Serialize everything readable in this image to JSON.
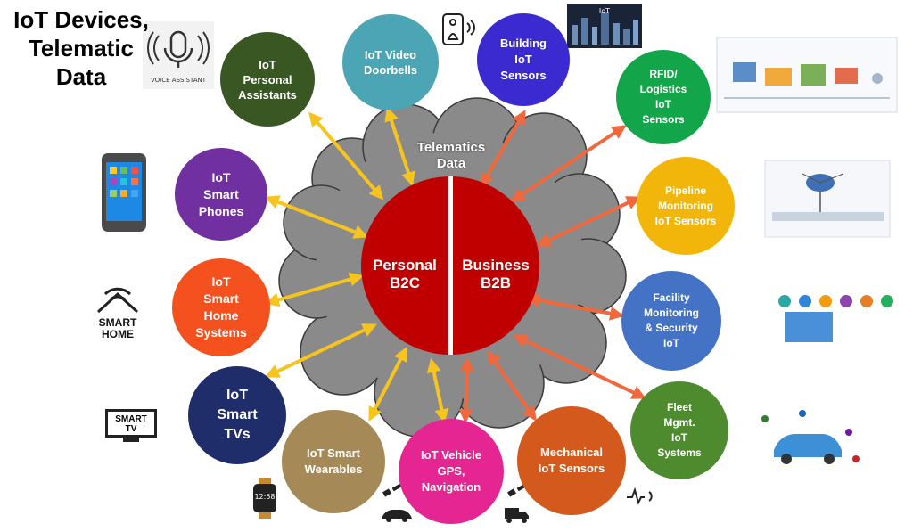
{
  "title": [
    "IoT Devices,",
    "Telematic",
    "Data"
  ],
  "center": {
    "cloud_label": [
      "Telematics",
      "Data"
    ],
    "left_label": [
      "Personal",
      "B2C"
    ],
    "right_label": [
      "Business",
      "B2B"
    ]
  },
  "nodes": [
    {
      "id": "personal-assistants",
      "lines": [
        "IoT",
        "Personal",
        "Assistants"
      ],
      "color": "#385723"
    },
    {
      "id": "video-doorbells",
      "lines": [
        "IoT Video",
        "Doorbells"
      ],
      "color": "#4BA5B4"
    },
    {
      "id": "building-sensors",
      "lines": [
        "Building",
        "IoT",
        "Sensors"
      ],
      "color": "#3A2ACF"
    },
    {
      "id": "rfid-logistics",
      "lines": [
        "RFID/",
        "Logistics",
        "IoT",
        "Sensors"
      ],
      "color": "#12A54A"
    },
    {
      "id": "smart-phones",
      "lines": [
        "IoT",
        "Smart",
        "Phones"
      ],
      "color": "#7030A0"
    },
    {
      "id": "pipeline",
      "lines": [
        "Pipeline",
        "Monitoring",
        "IoT Sensors"
      ],
      "color": "#F2B60B"
    },
    {
      "id": "smart-home",
      "lines": [
        "IoT",
        "Smart",
        "Home",
        "Systems"
      ],
      "color": "#F4511E"
    },
    {
      "id": "facility",
      "lines": [
        "Facility",
        "Monitoring",
        "& Security",
        "IoT"
      ],
      "color": "#4472C4"
    },
    {
      "id": "smart-tvs",
      "lines": [
        "IoT",
        "Smart",
        "TVs"
      ],
      "color": "#1F2D6B"
    },
    {
      "id": "fleet",
      "lines": [
        "Fleet",
        "Mgmt.",
        "IoT",
        "Systems"
      ],
      "color": "#4E8A2E"
    },
    {
      "id": "wearables",
      "lines": [
        "IoT Smart",
        "Wearables"
      ],
      "color": "#A58A57"
    },
    {
      "id": "vehicle-gps",
      "lines": [
        "IoT Vehicle",
        "GPS,",
        "Navigation"
      ],
      "color": "#E52592"
    },
    {
      "id": "mechanical",
      "lines": [
        "Mechanical",
        "IoT Sensors"
      ],
      "color": "#D35A1C"
    }
  ],
  "images": {
    "voice_assistant_caption": "VOICE ASSISTANT",
    "building_caption": "IoT",
    "smart_home_caption": [
      "SMART",
      "HOME"
    ],
    "smart_tv_caption": [
      "SMART",
      "TV"
    ],
    "watch_time": "12:58"
  },
  "colors": {
    "core": "#C00000",
    "cloud": "#808080",
    "arrow_b2c": "#F7C41E",
    "arrow_b2b": "#F0683C"
  }
}
